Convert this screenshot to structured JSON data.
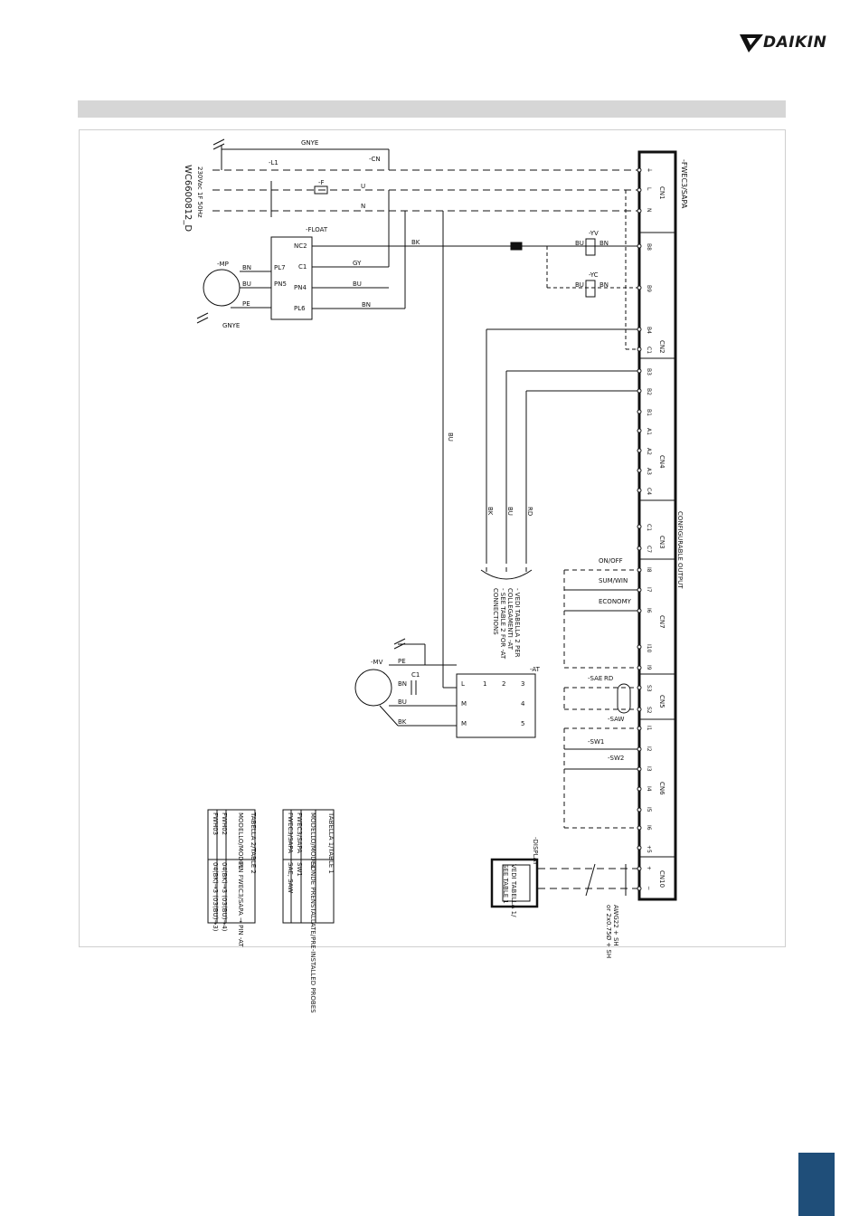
{
  "brand": {
    "name": "DAIKIN"
  },
  "drawing_code": "WC6600812_D",
  "power": {
    "supply": "230Vac 1F 50Hz",
    "L": "L",
    "N": "N",
    "earth_label": "GNYE",
    "switch": "-L1",
    "fuse": "-F"
  },
  "connector_ground": "-CN",
  "terminals": {
    "U": "U",
    "N": "N"
  },
  "board": {
    "name": "-FWEC3/SAPA",
    "connectors": {
      "CN1": [
        "⏚",
        "L",
        "N"
      ],
      "CN2": [
        "B8",
        "B9",
        "B4",
        "C1"
      ],
      "CN4": [
        "B3",
        "B2",
        "B1",
        "A1",
        "A2",
        "A3",
        "C4"
      ],
      "CN3": [
        "C1",
        "C7"
      ],
      "CN7": [
        "I8",
        "I7",
        "I6",
        "I10",
        "I9"
      ],
      "CN5": [
        "S3",
        "S2"
      ],
      "CN6": [
        "I1",
        "I2",
        "I3",
        "I4",
        "I5",
        "I6",
        "+5"
      ],
      "CN10": [
        "+",
        "−"
      ]
    },
    "configurable_output": "CONFIGURABLE OUTPUT"
  },
  "float_switch": {
    "name": "-FLOAT",
    "pins": [
      "NC2",
      "C1",
      "PN4",
      "PL6"
    ],
    "wires": [
      "BK",
      "GY",
      "BU",
      "BN"
    ]
  },
  "pump_motor": {
    "name": "-MP",
    "pins": [
      "PL7",
      "PN5"
    ],
    "wires": [
      "BN",
      "BU",
      "PE"
    ],
    "earth": "GNYE"
  },
  "valves": [
    {
      "name": "-YV",
      "wires": [
        "BU",
        "BN"
      ]
    },
    {
      "name": "-YC",
      "wires": [
        "BU",
        "BN"
      ]
    }
  ],
  "remote_wires": [
    "BK",
    "BU",
    "RD"
  ],
  "remote_note": [
    "- VEDI TABELLA 2 PER",
    "COLLEGAMENTI -AT",
    "- SEE TABLE 2 FOR -AT",
    "CONNECTIONS"
  ],
  "inputs": [
    "ON/OFF",
    "SUM/WIN",
    "ECONOMY"
  ],
  "sensors": [
    "-SAE",
    "-SAW",
    "-SW1",
    "-SW2"
  ],
  "sensor_wire": "RD",
  "fan_motor": {
    "name": "-MV",
    "wires": [
      "PE",
      "BN",
      "BU",
      "BK"
    ],
    "capacitor": "C1"
  },
  "terminal_block": {
    "name": "-AT",
    "terms": [
      "L",
      "M",
      "M",
      "1",
      "2",
      "3",
      "4",
      "5"
    ]
  },
  "display": {
    "name": "-DISPLAY",
    "note": [
      "VEDI TABELLA 1/",
      "SEE TABLE 1"
    ]
  },
  "cable_note": [
    "AWG22 + SH",
    "or 2x0.75Ø + SH"
  ],
  "table1": {
    "title": [
      "TABELLA 1/TABLE 1"
    ],
    "headers": [
      "MODELLO/MODEL",
      "SONDE PRENSTALLATE/PRE-INSTALLED PROBES"
    ],
    "rows": [
      [
        "FWEC3/SAPA",
        "SW1"
      ],
      [
        "FWEC3/SAPA",
        "SAE, SAW"
      ]
    ]
  },
  "table2": {
    "title": [
      "TABELLA 2/TABLE 2"
    ],
    "headers": [
      "MODELLO/MODEL",
      "PIN FWEC3/SAPA → PIN -AT"
    ],
    "rows": [
      [
        "FWH02",
        "04(BK)→3 (03(BU)→4)"
      ],
      [
        "FWH03",
        "04(BK)→3 (03(BU)→3)"
      ]
    ]
  }
}
